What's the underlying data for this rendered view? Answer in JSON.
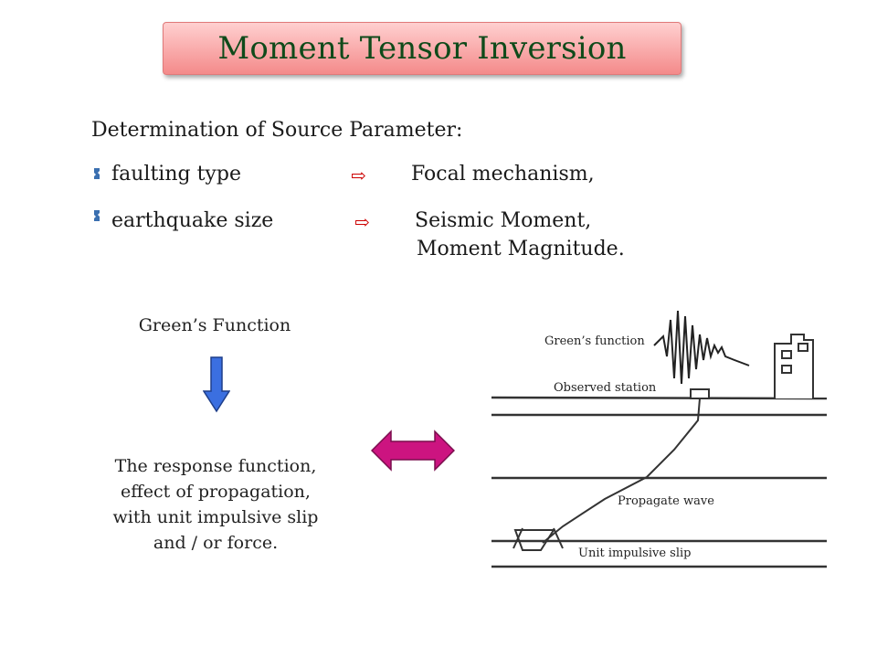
{
  "title": "Moment Tensor Inversion",
  "heading": "Determination of Source Parameter:",
  "bullets": [
    {
      "label": "faulting type",
      "arrow": "⇨",
      "result": "Focal mechanism,"
    },
    {
      "label": "earthquake size",
      "arrow": "⇨",
      "result": "Seismic Moment,",
      "result_line2": "Moment Magnitude."
    }
  ],
  "greens_function_title": "Green’s Function",
  "response_text": [
    "The response function,",
    "effect of propagation,",
    "with unit impulsive slip",
    "and / or force."
  ],
  "diagram": {
    "greens_label": "Green’s function",
    "station_label": "Observed station",
    "wave_label": "Propagate wave",
    "slip_label": "Unit impulsive slip"
  },
  "colors": {
    "title_text": "#0f4a1a",
    "arrow_red": "#cc0000",
    "down_arrow_blue": "#3b6fe0",
    "double_arrow_magenta": "#cc1480",
    "bullet_blue": "#3a6fb0"
  }
}
